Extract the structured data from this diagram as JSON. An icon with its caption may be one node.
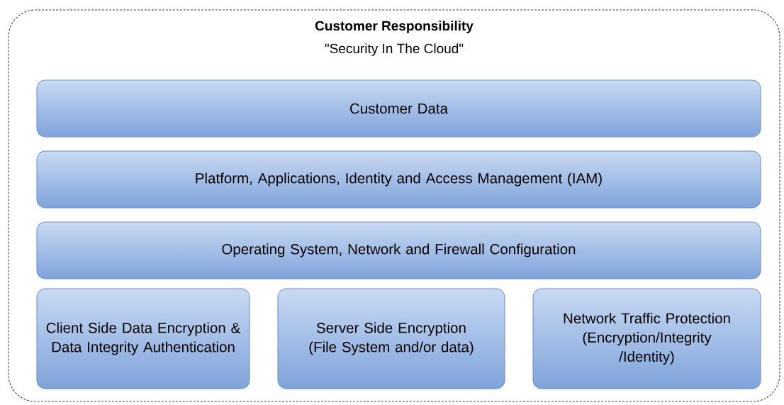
{
  "diagram": {
    "nodes": [
      {
        "text": [
          "**Customer Responsibility**",
          "\"Security In The Cloud\""
        ]
      },
      {
        "text": [
          "Customer Data"
        ],
        "in": 0
      },
      {
        "text": [
          "Platform, Applications, Identity and Access Management (IAM)"
        ],
        "in": 0
      },
      {
        "text": [
          "Operating System, Network and Firewall Configuration"
        ],
        "in": 0
      },
      {
        "text": [
          "Client Side Data Encryption & Data Integrity Authentication"
        ],
        "in": 0
      },
      {
        "text": [
          "Server Side Encryption (File System and/or data)"
        ],
        "in": 0
      },
      {
        "text": [
          "Network Traffic Protection (Encryption/Integrity /Identity)"
        ],
        "in": 0
      }
    ]
  }
}
